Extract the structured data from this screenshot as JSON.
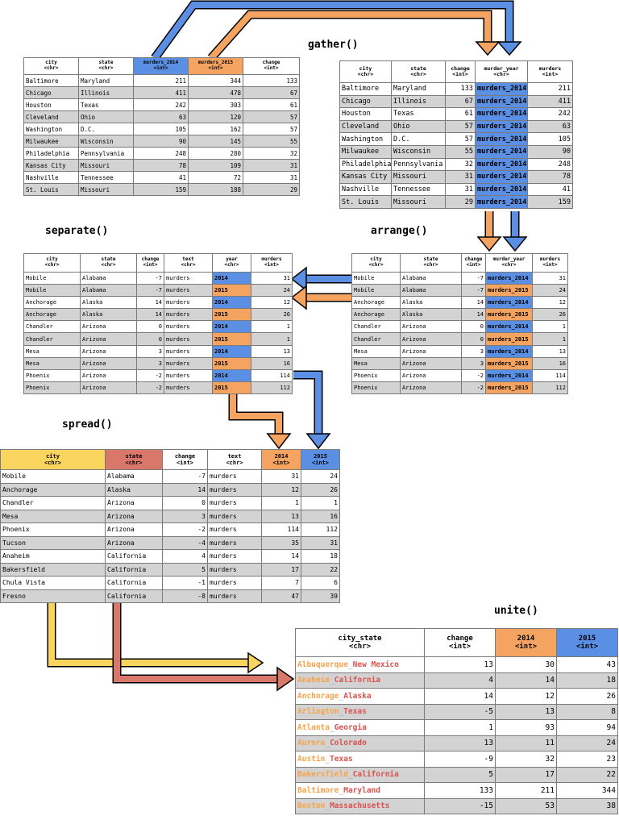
{
  "functions": {
    "gather": "gather()",
    "separate": "separate()",
    "arrange": "arrange()",
    "spread": "spread()",
    "unite": "unite()"
  },
  "colors": {
    "blue": "#5b8fe3",
    "orange": "#f4a460",
    "yellow": "#f9d45f",
    "red": "#d9776b",
    "row_alt": "#d3d3d3"
  },
  "gather_input": {
    "columns": [
      {
        "name": "city",
        "type": "<chr>",
        "align": "left"
      },
      {
        "name": "state",
        "type": "<chr>",
        "align": "left"
      },
      {
        "name": "murders_2014",
        "type": "<int>",
        "align": "right",
        "hl": "blue"
      },
      {
        "name": "murders_2015",
        "type": "<int>",
        "align": "right",
        "hl": "orange"
      },
      {
        "name": "change",
        "type": "<int>",
        "align": "right"
      }
    ],
    "rows": [
      [
        "Baltimore",
        "Maryland",
        "211",
        "344",
        "133"
      ],
      [
        "Chicago",
        "Illinois",
        "411",
        "478",
        "67"
      ],
      [
        "Houston",
        "Texas",
        "242",
        "303",
        "61"
      ],
      [
        "Cleveland",
        "Ohio",
        "63",
        "120",
        "57"
      ],
      [
        "Washington",
        "D.C.",
        "105",
        "162",
        "57"
      ],
      [
        "Milwaukee",
        "Wisconsin",
        "90",
        "145",
        "55"
      ],
      [
        "Philadelphia",
        "Pennsylvania",
        "248",
        "280",
        "32"
      ],
      [
        "Kansas City",
        "Missouri",
        "78",
        "109",
        "31"
      ],
      [
        "Nashville",
        "Tennessee",
        "41",
        "72",
        "31"
      ],
      [
        "St. Louis",
        "Missouri",
        "159",
        "188",
        "29"
      ]
    ]
  },
  "gather_output": {
    "columns": [
      {
        "name": "city",
        "type": "<chr>",
        "align": "left"
      },
      {
        "name": "state",
        "type": "<chr>",
        "align": "left"
      },
      {
        "name": "change",
        "type": "<int>",
        "align": "right"
      },
      {
        "name": "murder_year",
        "type": "<chr>",
        "align": "left"
      },
      {
        "name": "murders",
        "type": "<int>",
        "align": "right"
      }
    ],
    "rows": [
      [
        "Baltimore",
        "Maryland",
        "133",
        "murders_2014",
        "211"
      ],
      [
        "Chicago",
        "Illinois",
        "67",
        "murders_2014",
        "411"
      ],
      [
        "Houston",
        "Texas",
        "61",
        "murders_2014",
        "242"
      ],
      [
        "Cleveland",
        "Ohio",
        "57",
        "murders_2014",
        "63"
      ],
      [
        "Washington",
        "D.C.",
        "57",
        "murders_2014",
        "105"
      ],
      [
        "Milwaukee",
        "Wisconsin",
        "55",
        "murders_2014",
        "90"
      ],
      [
        "Philadelphia",
        "Pennsylvania",
        "32",
        "murders_2014",
        "248"
      ],
      [
        "Kansas City",
        "Missouri",
        "31",
        "murders_2014",
        "78"
      ],
      [
        "Nashville",
        "Tennessee",
        "31",
        "murders_2014",
        "41"
      ],
      [
        "St. Louis",
        "Missouri",
        "29",
        "murders_2014",
        "159"
      ]
    ],
    "row_hl": [
      "blue",
      "blue",
      "blue",
      "blue",
      "blue",
      "blue",
      "blue",
      "blue",
      "blue",
      "blue"
    ],
    "hl_col": 3
  },
  "arrange_output": {
    "columns": [
      {
        "name": "city",
        "type": "<chr>",
        "align": "left"
      },
      {
        "name": "state",
        "type": "<chr>",
        "align": "left"
      },
      {
        "name": "change",
        "type": "<int>",
        "align": "right"
      },
      {
        "name": "murder_year",
        "type": "<chr>",
        "align": "left"
      },
      {
        "name": "murders",
        "type": "<int>",
        "align": "right"
      }
    ],
    "rows": [
      [
        "Mobile",
        "Alabama",
        "-7",
        "murders_2014",
        "31"
      ],
      [
        "Mobile",
        "Alabama",
        "-7",
        "murders_2015",
        "24"
      ],
      [
        "Anchorage",
        "Alaska",
        "14",
        "murders_2014",
        "12"
      ],
      [
        "Anchorage",
        "Alaska",
        "14",
        "murders_2015",
        "26"
      ],
      [
        "Chandler",
        "Arizona",
        "0",
        "murders_2014",
        "1"
      ],
      [
        "Chandler",
        "Arizona",
        "0",
        "murders_2015",
        "1"
      ],
      [
        "Mesa",
        "Arizona",
        "3",
        "murders_2014",
        "13"
      ],
      [
        "Mesa",
        "Arizona",
        "3",
        "murders_2015",
        "16"
      ],
      [
        "Phoenix",
        "Arizona",
        "-2",
        "murders_2014",
        "114"
      ],
      [
        "Phoenix",
        "Arizona",
        "-2",
        "murders_2015",
        "112"
      ]
    ],
    "row_hl": [
      "blue",
      "orange",
      "blue",
      "orange",
      "blue",
      "orange",
      "blue",
      "orange",
      "blue",
      "orange"
    ],
    "hl_col": 3
  },
  "separate_output": {
    "columns": [
      {
        "name": "city",
        "type": "<chr>",
        "align": "left"
      },
      {
        "name": "state",
        "type": "<chr>",
        "align": "left"
      },
      {
        "name": "change",
        "type": "<int>",
        "align": "right"
      },
      {
        "name": "text",
        "type": "<chr>",
        "align": "left"
      },
      {
        "name": "year",
        "type": "<chr>",
        "align": "left"
      },
      {
        "name": "murders",
        "type": "<int>",
        "align": "right"
      }
    ],
    "rows": [
      [
        "Mobile",
        "Alabama",
        "-7",
        "murders",
        "2014",
        "31"
      ],
      [
        "Mobile",
        "Alabama",
        "-7",
        "murders",
        "2015",
        "24"
      ],
      [
        "Anchorage",
        "Alaska",
        "14",
        "murders",
        "2014",
        "12"
      ],
      [
        "Anchorage",
        "Alaska",
        "14",
        "murders",
        "2015",
        "26"
      ],
      [
        "Chandler",
        "Arizona",
        "0",
        "murders",
        "2014",
        "1"
      ],
      [
        "Chandler",
        "Arizona",
        "0",
        "murders",
        "2015",
        "1"
      ],
      [
        "Mesa",
        "Arizona",
        "3",
        "murders",
        "2014",
        "13"
      ],
      [
        "Mesa",
        "Arizona",
        "3",
        "murders",
        "2015",
        "16"
      ],
      [
        "Phoenix",
        "Arizona",
        "-2",
        "murders",
        "2014",
        "114"
      ],
      [
        "Phoenix",
        "Arizona",
        "-2",
        "murders",
        "2015",
        "112"
      ]
    ],
    "row_hl": [
      "blue",
      "orange",
      "blue",
      "orange",
      "blue",
      "orange",
      "blue",
      "orange",
      "blue",
      "orange"
    ],
    "hl_col": 4
  },
  "spread_output": {
    "columns": [
      {
        "name": "city",
        "type": "<chr>",
        "align": "left",
        "hl": "yellow"
      },
      {
        "name": "state",
        "type": "<chr>",
        "align": "left",
        "hl": "red"
      },
      {
        "name": "change",
        "type": "<int>",
        "align": "right"
      },
      {
        "name": "text",
        "type": "<chr>",
        "align": "left"
      },
      {
        "name": "2014",
        "type": "<int>",
        "align": "right",
        "hl": "orange"
      },
      {
        "name": "2015",
        "type": "<int>",
        "align": "right",
        "hl": "blue"
      }
    ],
    "rows": [
      [
        "Mobile",
        "Alabama",
        "-7",
        "murders",
        "31",
        "24"
      ],
      [
        "Anchorage",
        "Alaska",
        "14",
        "murders",
        "12",
        "26"
      ],
      [
        "Chandler",
        "Arizona",
        "0",
        "murders",
        "1",
        "1"
      ],
      [
        "Mesa",
        "Arizona",
        "3",
        "murders",
        "13",
        "16"
      ],
      [
        "Phoenix",
        "Arizona",
        "-2",
        "murders",
        "114",
        "112"
      ],
      [
        "Tucson",
        "Arizona",
        "-4",
        "murders",
        "35",
        "31"
      ],
      [
        "Anaheim",
        "California",
        "4",
        "murders",
        "14",
        "18"
      ],
      [
        "Bakersfield",
        "California",
        "5",
        "murders",
        "17",
        "22"
      ],
      [
        "Chula Vista",
        "California",
        "-1",
        "murders",
        "7",
        "6"
      ],
      [
        "Fresno",
        "California",
        "-8",
        "murders",
        "47",
        "39"
      ]
    ]
  },
  "unite_output": {
    "columns": [
      {
        "name": "city_state",
        "type": "<chr>",
        "align": "left"
      },
      {
        "name": "change",
        "type": "<int>",
        "align": "right"
      },
      {
        "name": "2014",
        "type": "<int>",
        "align": "right",
        "hl": "orange"
      },
      {
        "name": "2015",
        "type": "<int>",
        "align": "right",
        "hl": "blue"
      }
    ],
    "rows": [
      [
        {
          "city": "Albuquerque",
          "sep": "_",
          "state": "New Mexico"
        },
        "13",
        "30",
        "43"
      ],
      [
        {
          "city": "Anaheim",
          "sep": "_",
          "state": "California"
        },
        "4",
        "14",
        "18"
      ],
      [
        {
          "city": "Anchorage",
          "sep": "_",
          "state": "Alaska"
        },
        "14",
        "12",
        "26"
      ],
      [
        {
          "city": "Arlington",
          "sep": "_",
          "state": "Texas"
        },
        "-5",
        "13",
        "8"
      ],
      [
        {
          "city": "Atlanta",
          "sep": "_",
          "state": "Georgia"
        },
        "1",
        "93",
        "94"
      ],
      [
        {
          "city": "Aurora",
          "sep": "_",
          "state": "Colorado"
        },
        "13",
        "11",
        "24"
      ],
      [
        {
          "city": "Austin",
          "sep": "_",
          "state": "Texas"
        },
        "-9",
        "32",
        "23"
      ],
      [
        {
          "city": "Bakersfield",
          "sep": "_",
          "state": "California"
        },
        "5",
        "17",
        "22"
      ],
      [
        {
          "city": "Baltimore",
          "sep": "_",
          "state": "Maryland"
        },
        "133",
        "211",
        "344"
      ],
      [
        {
          "city": "Boston",
          "sep": "_",
          "state": "Massachusetts"
        },
        "-15",
        "53",
        "38"
      ]
    ]
  }
}
